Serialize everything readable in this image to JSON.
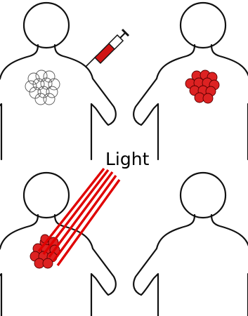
{
  "label": {
    "light": "Light"
  },
  "colors": {
    "outline": "#111111",
    "cell_empty_stroke": "#555555",
    "cell_red": "#dd2222",
    "beam": "#e00000",
    "syringe_fill": "#d01515"
  },
  "panels": [
    {
      "id": "top-left",
      "content": "empty-cells-with-syringe"
    },
    {
      "id": "top-right",
      "content": "red-cells"
    },
    {
      "id": "bottom-left",
      "content": "red-cells-with-light"
    },
    {
      "id": "bottom-right",
      "content": "empty"
    }
  ]
}
